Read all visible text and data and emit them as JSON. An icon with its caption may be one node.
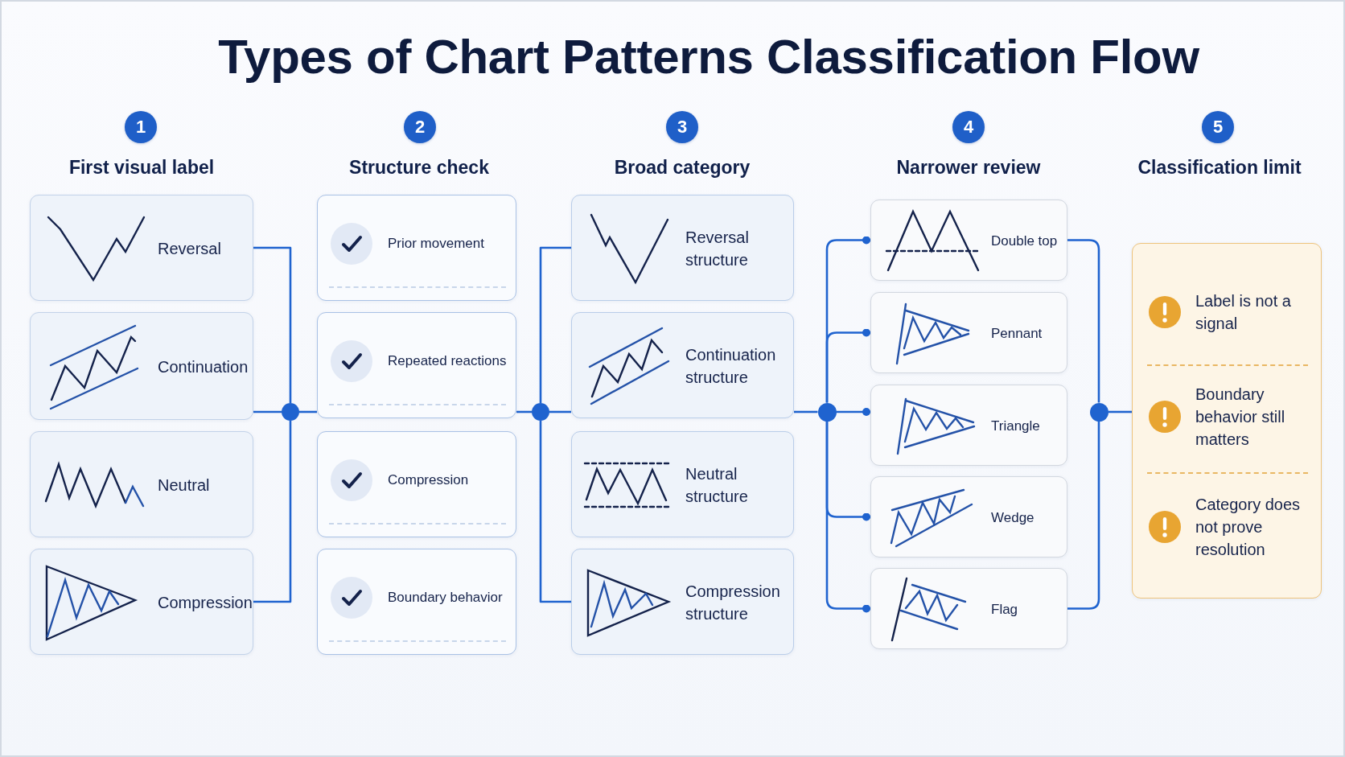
{
  "diagram": {
    "title": "Types of Chart Patterns Classification Flow",
    "nodes": [
      {
        "text": [
          "Reversal"
        ]
      },
      {
        "text": [
          "Continuation"
        ]
      },
      {
        "text": [
          "Neutral"
        ]
      },
      {
        "text": [
          "Compression"
        ]
      },
      {
        "text": [],
        "shape": "circle"
      },
      {
        "text": [
          "Prior movement"
        ]
      },
      {
        "text": [
          "Repeated reactions"
        ]
      },
      {
        "text": [
          "Compression"
        ]
      },
      {
        "text": [
          "Boundary behavior"
        ]
      },
      {
        "text": [],
        "shape": "circle"
      },
      {
        "text": [
          "Reversal structure"
        ]
      },
      {
        "text": [
          "Continuation structure"
        ]
      },
      {
        "text": [
          "Neutral structure"
        ]
      },
      {
        "text": [
          "Compression structure"
        ]
      },
      {
        "text": [],
        "shape": "circle"
      },
      {
        "text": [
          "Double top"
        ]
      },
      {
        "text": [
          "Pennant"
        ]
      },
      {
        "text": [
          "Triangle"
        ]
      },
      {
        "text": [
          "Wedge"
        ]
      },
      {
        "text": [
          "Flag"
        ]
      },
      {
        "text": [],
        "shape": "circle"
      },
      {
        "text": [
          "Label is not a signal",
          "Boundary behavior still matters",
          "Category does not prove resolution"
        ]
      }
    ],
    "edges": [
      {
        "from": 0,
        "to": 4,
        "arrow": "none"
      },
      {
        "from": 3,
        "to": 4,
        "arrow": "none"
      },
      {
        "from": 1,
        "to": 4,
        "arrow": "none"
      },
      {
        "from": 4,
        "to": 6,
        "arrow": "none"
      },
      {
        "from": 6,
        "to": 9,
        "arrow": "none"
      },
      {
        "from": 9,
        "to": 11,
        "arrow": "none"
      },
      {
        "from": 9,
        "to": 10,
        "arrow": "none"
      },
      {
        "from": 9,
        "to": 13,
        "arrow": "none"
      },
      {
        "from": 11,
        "to": 14,
        "arrow": "none"
      },
      {
        "from": 14,
        "to": 15,
        "arrow": "other"
      },
      {
        "from": 14,
        "to": 16,
        "arrow": "other"
      },
      {
        "from": 14,
        "to": 17,
        "arrow": "other"
      },
      {
        "from": 14,
        "to": 18,
        "arrow": "other"
      },
      {
        "from": 14,
        "to": 19,
        "arrow": "other"
      },
      {
        "from": 15,
        "to": 20,
        "arrow": "none"
      },
      {
        "from": 19,
        "to": 20,
        "arrow": "none"
      },
      {
        "from": 20,
        "to": 21,
        "arrow": "none"
      }
    ],
    "labels": [
      "1",
      "First visual label",
      "2",
      "Structure check",
      "3",
      "Broad category",
      "4",
      "Narrower review",
      "5",
      "Classification limit"
    ]
  }
}
